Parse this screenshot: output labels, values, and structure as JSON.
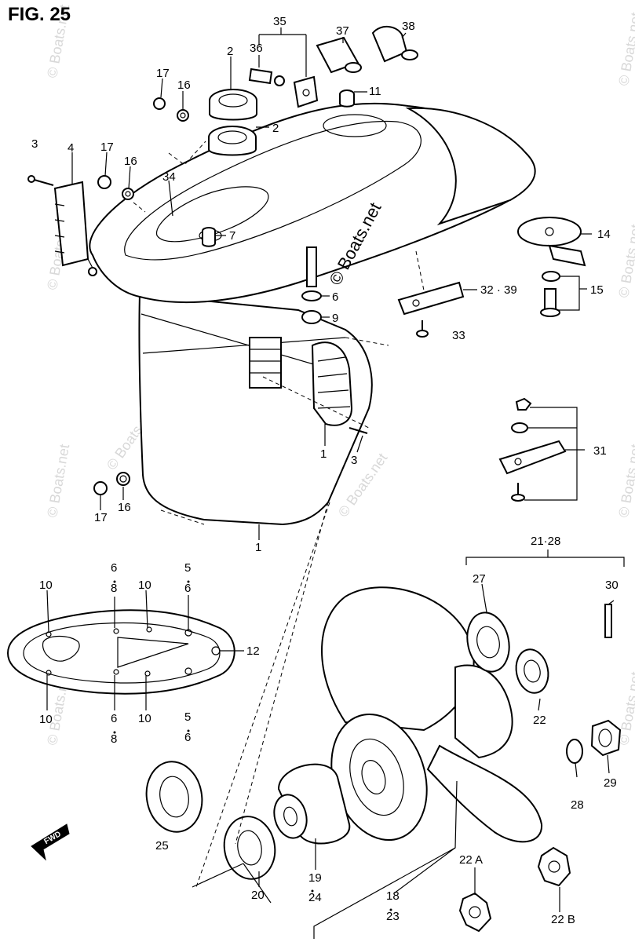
{
  "figure": {
    "title": "FIG. 25"
  },
  "watermark": {
    "text": "© Boats.net"
  },
  "fwd_label": "FWD",
  "callouts": [
    {
      "id": "c35",
      "text": "35"
    },
    {
      "id": "c37",
      "text": "37"
    },
    {
      "id": "c38",
      "text": "38"
    },
    {
      "id": "c2a",
      "text": "2"
    },
    {
      "id": "c36",
      "text": "36"
    },
    {
      "id": "c17a",
      "text": "17"
    },
    {
      "id": "c16a",
      "text": "16"
    },
    {
      "id": "c11",
      "text": "11"
    },
    {
      "id": "c2b",
      "text": "2"
    },
    {
      "id": "c3a",
      "text": "3"
    },
    {
      "id": "c4",
      "text": "4"
    },
    {
      "id": "c17b",
      "text": "17"
    },
    {
      "id": "c16b",
      "text": "16"
    },
    {
      "id": "c34",
      "text": "34"
    },
    {
      "id": "c7",
      "text": "7"
    },
    {
      "id": "c14",
      "text": "14"
    },
    {
      "id": "c15",
      "text": "15"
    },
    {
      "id": "c6a",
      "text": "6"
    },
    {
      "id": "c9",
      "text": "9"
    },
    {
      "id": "c3239",
      "text": "32 · 39"
    },
    {
      "id": "c33",
      "text": "33"
    },
    {
      "id": "c31",
      "text": "31"
    },
    {
      "id": "c1a",
      "text": "1"
    },
    {
      "id": "c3b",
      "text": "3"
    },
    {
      "id": "c17c",
      "text": "17"
    },
    {
      "id": "c16c",
      "text": "16"
    },
    {
      "id": "c1b",
      "text": "1"
    },
    {
      "id": "c2128",
      "text": "21·28"
    },
    {
      "id": "c27",
      "text": "27"
    },
    {
      "id": "c30",
      "text": "30"
    },
    {
      "id": "c10a",
      "text": "10"
    },
    {
      "id": "c6b",
      "text": "6"
    },
    {
      "id": "c8a",
      "text": "8"
    },
    {
      "id": "c10b",
      "text": "10"
    },
    {
      "id": "c5a",
      "text": "5"
    },
    {
      "id": "c6c",
      "text": "6"
    },
    {
      "id": "c12",
      "text": "12"
    },
    {
      "id": "c10c",
      "text": "10"
    },
    {
      "id": "c6d",
      "text": "6"
    },
    {
      "id": "c8b",
      "text": "8"
    },
    {
      "id": "c10d",
      "text": "10"
    },
    {
      "id": "c5b",
      "text": "5"
    },
    {
      "id": "c6e",
      "text": "6"
    },
    {
      "id": "c22a",
      "text": "22"
    },
    {
      "id": "c29",
      "text": "29"
    },
    {
      "id": "c28",
      "text": "28"
    },
    {
      "id": "c25",
      "text": "25"
    },
    {
      "id": "c19",
      "text": "19"
    },
    {
      "id": "c24",
      "text": "24"
    },
    {
      "id": "c20",
      "text": "20"
    },
    {
      "id": "c18",
      "text": "18"
    },
    {
      "id": "c23",
      "text": "23"
    },
    {
      "id": "c22A",
      "text": "22 A"
    },
    {
      "id": "c22B",
      "text": "22 B"
    }
  ]
}
